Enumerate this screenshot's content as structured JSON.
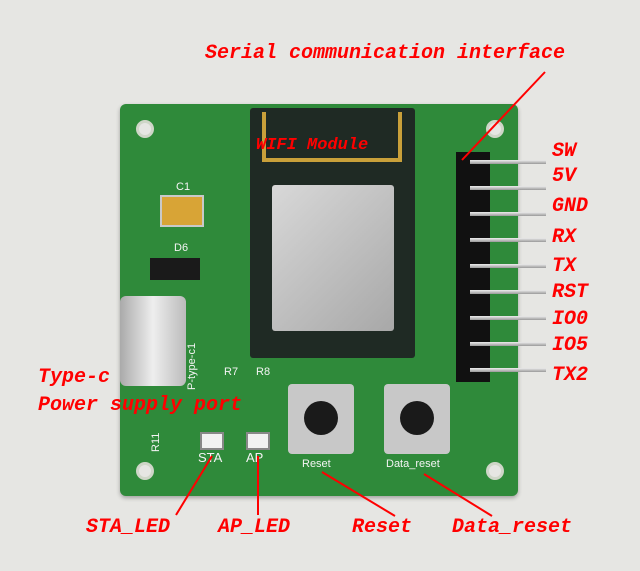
{
  "annotations": {
    "serial": "Serial communication interface",
    "wifi": "WIFI Module",
    "type_c_line1": "Type-c",
    "type_c_line2": "Power supply port",
    "sta_led": "STA_LED",
    "ap_led": "AP_LED",
    "reset": "Reset",
    "data_reset": "Data_reset"
  },
  "pins": [
    "SW",
    "5V",
    "GND",
    "RX",
    "TX",
    "RST",
    "IO0",
    "IO5",
    "TX2"
  ],
  "silkscreen": {
    "c1": "C1",
    "d6": "D6",
    "usb": "P-type-c1",
    "r7": "R7",
    "r8": "R8",
    "r11": "R11",
    "sta": "STA",
    "ap": "AP",
    "reset": "Reset",
    "data_reset": "Data_reset"
  },
  "colors": {
    "annotation": "#ff0000",
    "pcb": "#2f8a3a"
  }
}
